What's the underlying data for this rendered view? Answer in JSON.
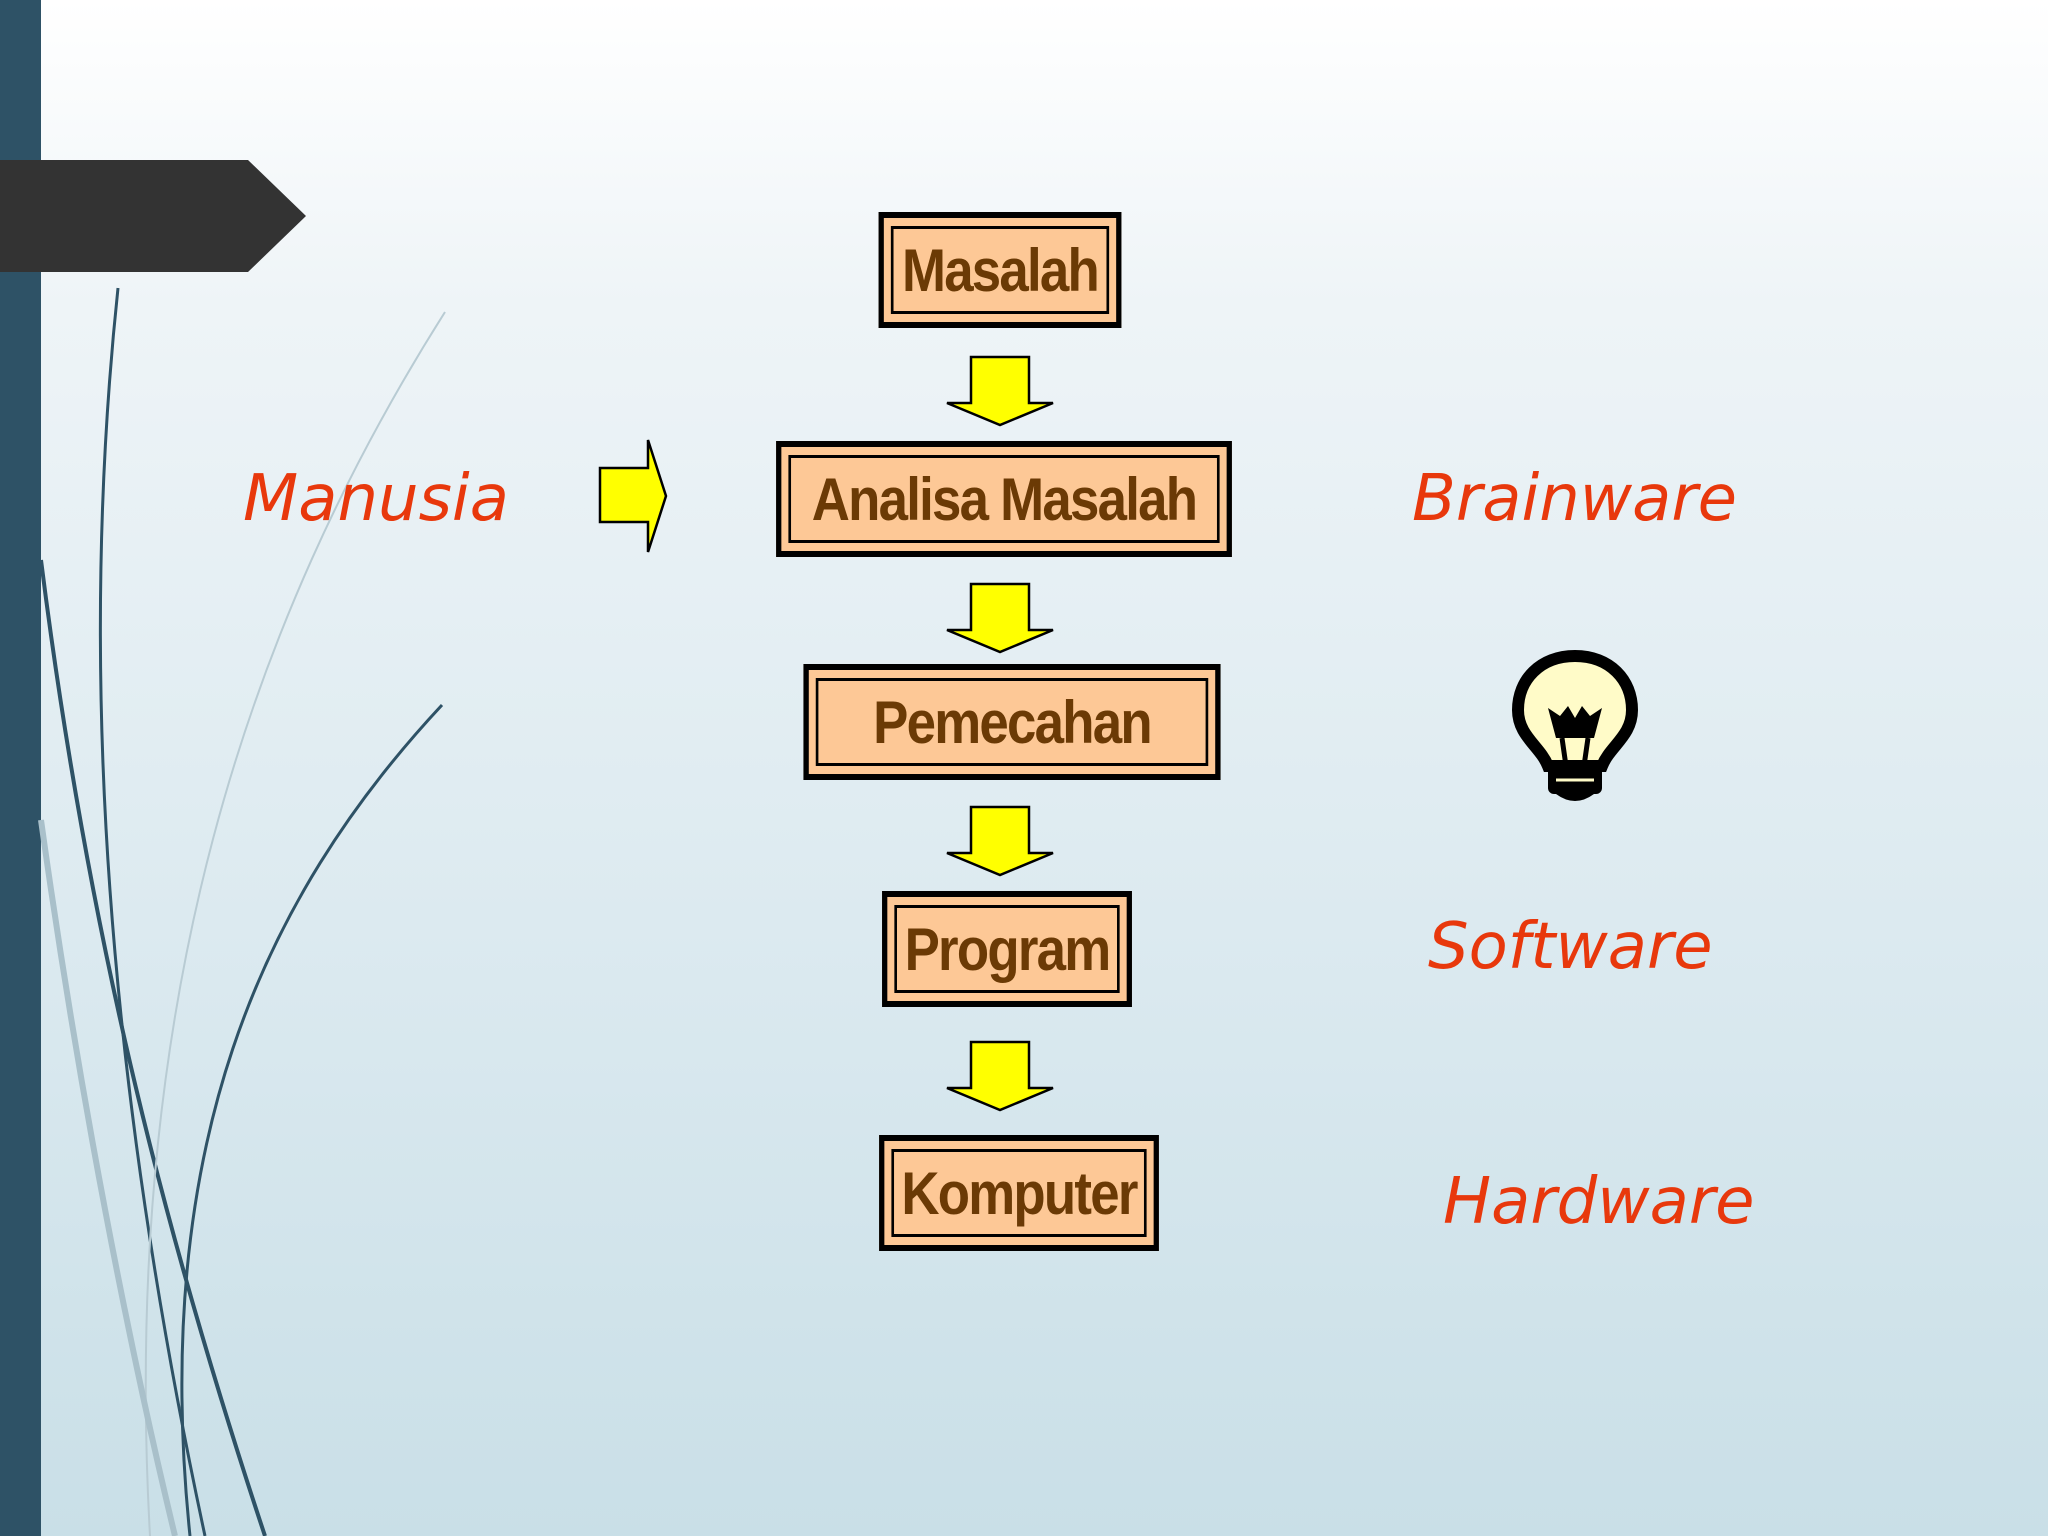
{
  "flow": {
    "steps": [
      "Masalah",
      "Analisa Masalah",
      "Pemecahan",
      "Program",
      "Komputer"
    ]
  },
  "labels": {
    "left_input": "Manusia",
    "brainware": "Brainware",
    "software": "Software",
    "hardware": "Hardware"
  },
  "icons": {
    "input_arrow": "right-arrow-icon",
    "flow_arrow": "down-arrow-icon",
    "idea": "lightbulb-icon"
  },
  "colors": {
    "box_fill": "#fdc896",
    "box_text": "#6b3a05",
    "arrow_fill": "#ffff00",
    "label_text": "#e8380c",
    "sidebar": "#2e5266"
  }
}
